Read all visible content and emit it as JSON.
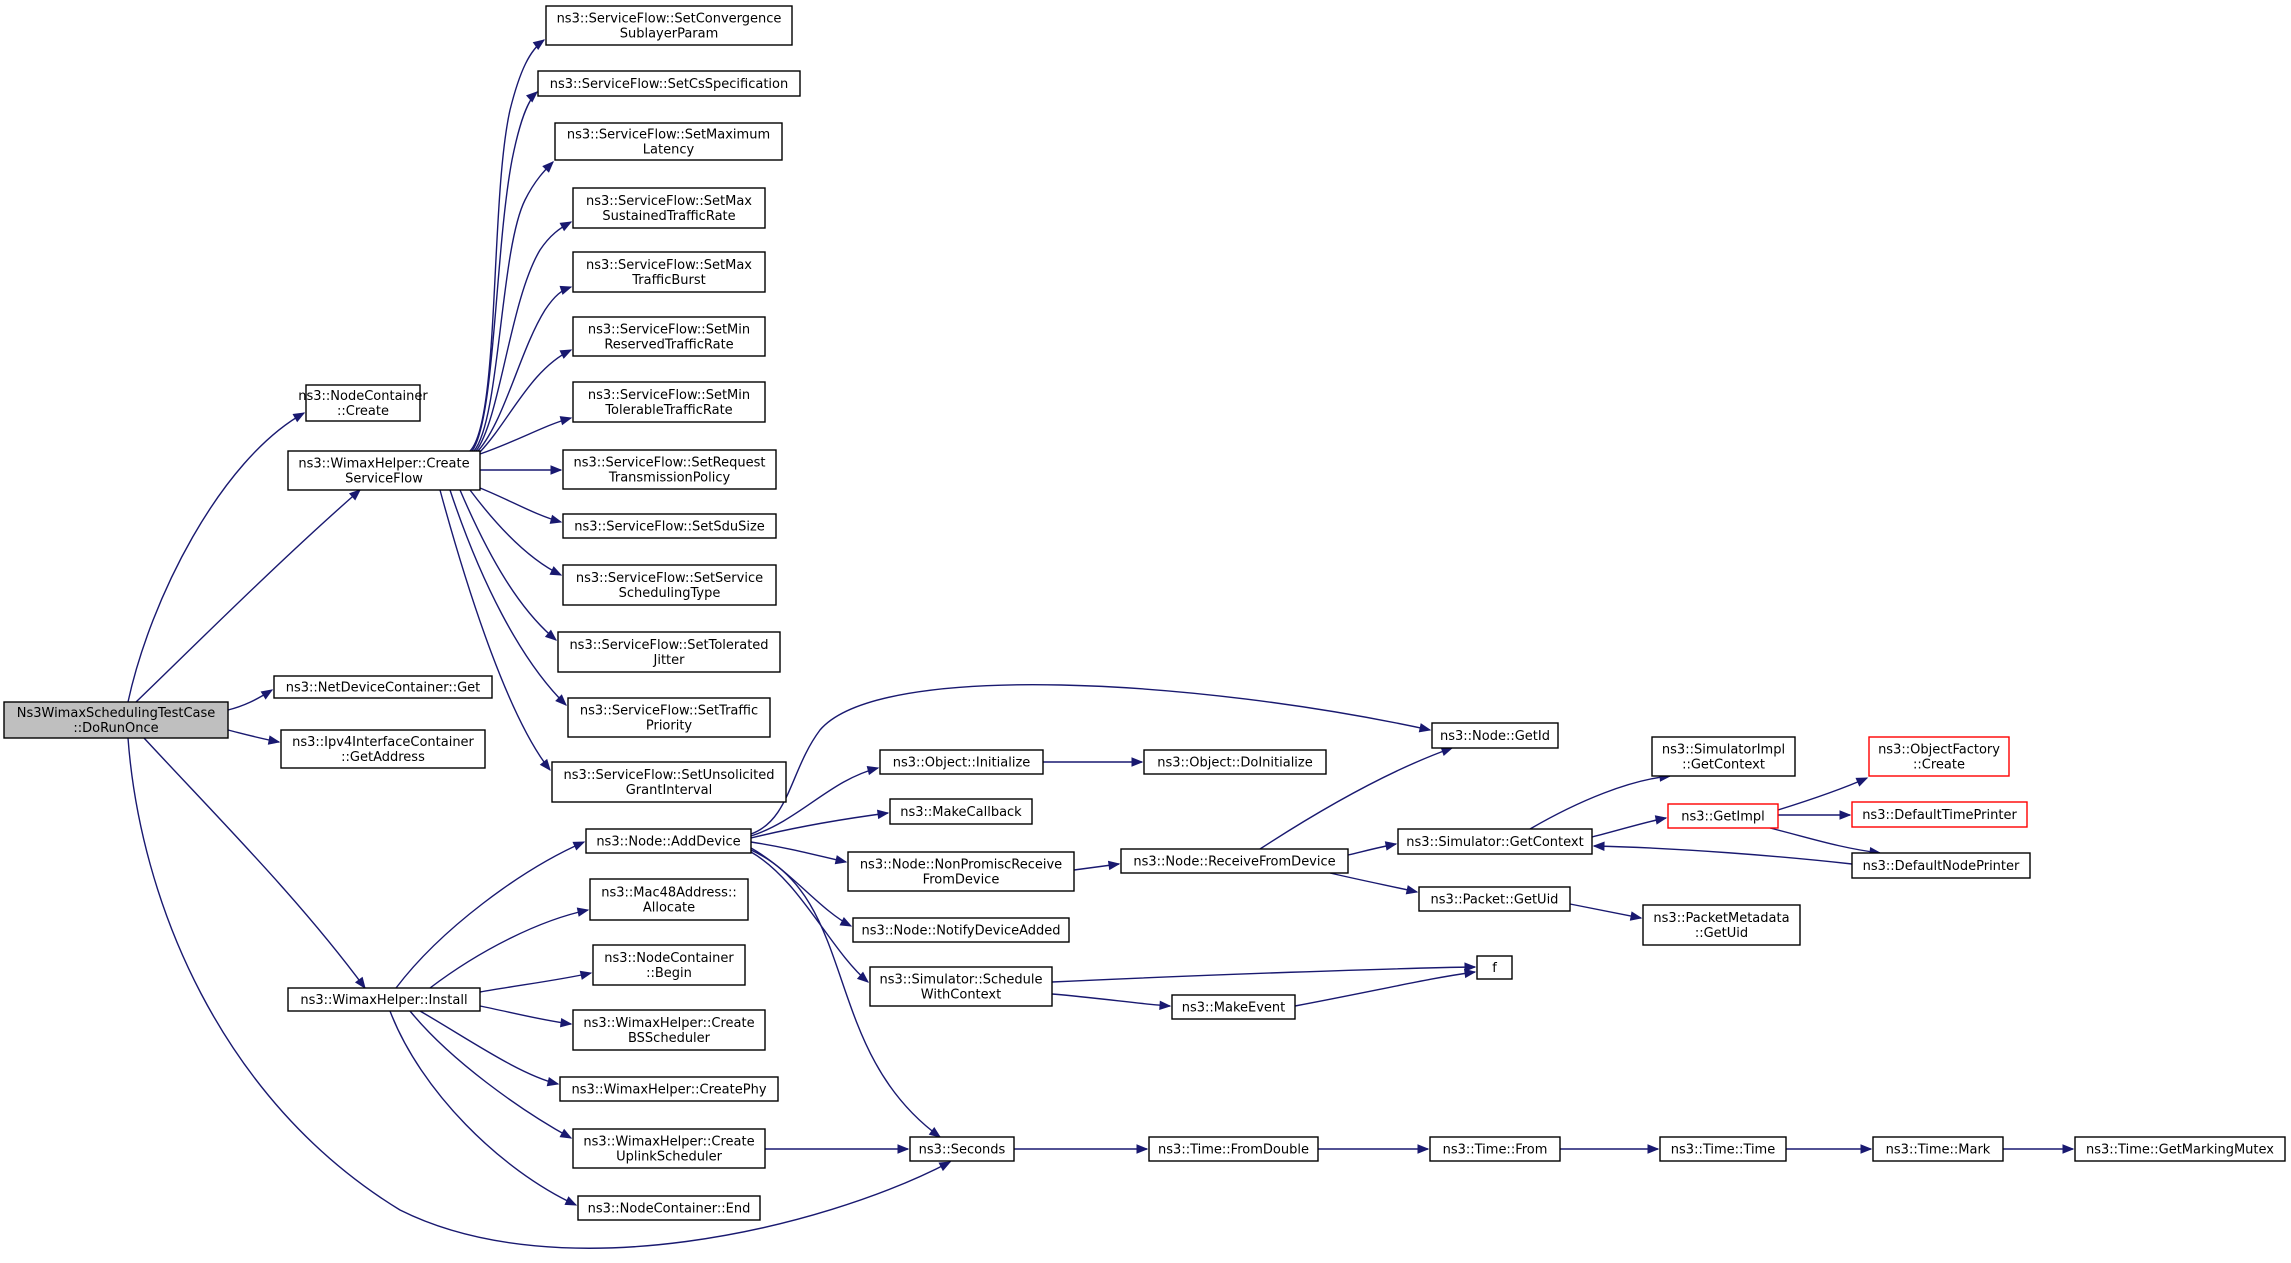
{
  "colors": {
    "edge": "#191970",
    "root_fill": "#bfbfbf",
    "node_border": "#000000",
    "truncated_border": "#ff0000"
  },
  "nodes": [
    {
      "id": "root",
      "lines": [
        "Ns3WimaxSchedulingTestCase",
        "::DoRunOnce"
      ],
      "style": "root"
    },
    {
      "id": "nc_create",
      "lines": [
        "ns3::NodeContainer",
        "::Create"
      ]
    },
    {
      "id": "wh_csf",
      "lines": [
        "ns3::WimaxHelper::Create",
        "ServiceFlow"
      ]
    },
    {
      "id": "ndc_get",
      "lines": [
        "ns3::NetDeviceContainer::Get"
      ]
    },
    {
      "id": "ipv4_getaddr",
      "lines": [
        "ns3::Ipv4InterfaceContainer",
        "::GetAddress"
      ]
    },
    {
      "id": "wh_install",
      "lines": [
        "ns3::WimaxHelper::Install"
      ]
    },
    {
      "id": "sf_conv",
      "lines": [
        "ns3::ServiceFlow::SetConvergence",
        "SublayerParam"
      ]
    },
    {
      "id": "sf_cs",
      "lines": [
        "ns3::ServiceFlow::SetCsSpecification"
      ]
    },
    {
      "id": "sf_maxlat",
      "lines": [
        "ns3::ServiceFlow::SetMaximum",
        "Latency"
      ]
    },
    {
      "id": "sf_maxsus",
      "lines": [
        "ns3::ServiceFlow::SetMax",
        "SustainedTrafficRate"
      ]
    },
    {
      "id": "sf_maxburst",
      "lines": [
        "ns3::ServiceFlow::SetMax",
        "TrafficBurst"
      ]
    },
    {
      "id": "sf_minres",
      "lines": [
        "ns3::ServiceFlow::SetMin",
        "ReservedTrafficRate"
      ]
    },
    {
      "id": "sf_mintol",
      "lines": [
        "ns3::ServiceFlow::SetMin",
        "TolerableTrafficRate"
      ]
    },
    {
      "id": "sf_reqtx",
      "lines": [
        "ns3::ServiceFlow::SetRequest",
        "TransmissionPolicy"
      ]
    },
    {
      "id": "sf_sdu",
      "lines": [
        "ns3::ServiceFlow::SetSduSize"
      ]
    },
    {
      "id": "sf_sched",
      "lines": [
        "ns3::ServiceFlow::SetService",
        "SchedulingType"
      ]
    },
    {
      "id": "sf_jitter",
      "lines": [
        "ns3::ServiceFlow::SetTolerated",
        "Jitter"
      ]
    },
    {
      "id": "sf_prio",
      "lines": [
        "ns3::ServiceFlow::SetTraffic",
        "Priority"
      ]
    },
    {
      "id": "sf_unsol",
      "lines": [
        "ns3::ServiceFlow::SetUnsolicited",
        "GrantInterval"
      ]
    },
    {
      "id": "node_add",
      "lines": [
        "ns3::Node::AddDevice"
      ]
    },
    {
      "id": "mac_alloc",
      "lines": [
        "ns3::Mac48Address::",
        "Allocate"
      ]
    },
    {
      "id": "nc_begin",
      "lines": [
        "ns3::NodeContainer",
        "::Begin"
      ]
    },
    {
      "id": "wh_bs",
      "lines": [
        "ns3::WimaxHelper::Create",
        "BSScheduler"
      ]
    },
    {
      "id": "wh_phy",
      "lines": [
        "ns3::WimaxHelper::CreatePhy"
      ]
    },
    {
      "id": "wh_ul",
      "lines": [
        "ns3::WimaxHelper::Create",
        "UplinkScheduler"
      ]
    },
    {
      "id": "nc_end",
      "lines": [
        "ns3::NodeContainer::End"
      ]
    },
    {
      "id": "obj_init",
      "lines": [
        "ns3::Object::Initialize"
      ]
    },
    {
      "id": "make_cb",
      "lines": [
        "ns3::MakeCallback"
      ]
    },
    {
      "id": "node_nonprom",
      "lines": [
        "ns3::Node::NonPromiscReceive",
        "FromDevice"
      ]
    },
    {
      "id": "node_notify",
      "lines": [
        "ns3::Node::NotifyDeviceAdded"
      ]
    },
    {
      "id": "sim_schedctx",
      "lines": [
        "ns3::Simulator::Schedule",
        "WithContext"
      ]
    },
    {
      "id": "seconds",
      "lines": [
        "ns3::Seconds"
      ]
    },
    {
      "id": "obj_doinit",
      "lines": [
        "ns3::Object::DoInitialize"
      ]
    },
    {
      "id": "node_recv",
      "lines": [
        "ns3::Node::ReceiveFromDevice"
      ]
    },
    {
      "id": "make_event",
      "lines": [
        "ns3::MakeEvent"
      ]
    },
    {
      "id": "time_fromdouble",
      "lines": [
        "ns3::Time::FromDouble"
      ]
    },
    {
      "id": "node_getid",
      "lines": [
        "ns3::Node::GetId"
      ]
    },
    {
      "id": "sim_getctx",
      "lines": [
        "ns3::Simulator::GetContext"
      ]
    },
    {
      "id": "pkt_getuid",
      "lines": [
        "ns3::Packet::GetUid"
      ]
    },
    {
      "id": "f",
      "lines": [
        "f"
      ]
    },
    {
      "id": "time_from",
      "lines": [
        "ns3::Time::From"
      ]
    },
    {
      "id": "simimpl_getctx",
      "lines": [
        "ns3::SimulatorImpl",
        "::GetContext"
      ]
    },
    {
      "id": "getimpl",
      "lines": [
        "ns3::GetImpl"
      ],
      "style": "truncated"
    },
    {
      "id": "pktmeta_getuid",
      "lines": [
        "ns3::PacketMetadata",
        "::GetUid"
      ]
    },
    {
      "id": "time_time",
      "lines": [
        "ns3::Time::Time"
      ]
    },
    {
      "id": "objfactory_create",
      "lines": [
        "ns3::ObjectFactory",
        "::Create"
      ],
      "style": "truncated"
    },
    {
      "id": "def_time_printer",
      "lines": [
        "ns3::DefaultTimePrinter"
      ],
      "style": "truncated"
    },
    {
      "id": "def_node_printer",
      "lines": [
        "ns3::DefaultNodePrinter"
      ]
    },
    {
      "id": "time_mark",
      "lines": [
        "ns3::Time::Mark"
      ]
    },
    {
      "id": "time_mutex",
      "lines": [
        "ns3::Time::GetMarkingMutex"
      ]
    }
  ],
  "edges": [
    [
      "root",
      "nc_create"
    ],
    [
      "root",
      "wh_csf"
    ],
    [
      "root",
      "ndc_get"
    ],
    [
      "root",
      "ipv4_getaddr"
    ],
    [
      "root",
      "wh_install"
    ],
    [
      "root",
      "seconds"
    ],
    [
      "wh_csf",
      "sf_conv"
    ],
    [
      "wh_csf",
      "sf_cs"
    ],
    [
      "wh_csf",
      "sf_maxlat"
    ],
    [
      "wh_csf",
      "sf_maxsus"
    ],
    [
      "wh_csf",
      "sf_maxburst"
    ],
    [
      "wh_csf",
      "sf_minres"
    ],
    [
      "wh_csf",
      "sf_mintol"
    ],
    [
      "wh_csf",
      "sf_reqtx"
    ],
    [
      "wh_csf",
      "sf_sdu"
    ],
    [
      "wh_csf",
      "sf_sched"
    ],
    [
      "wh_csf",
      "sf_jitter"
    ],
    [
      "wh_csf",
      "sf_prio"
    ],
    [
      "wh_csf",
      "sf_unsol"
    ],
    [
      "wh_install",
      "node_add"
    ],
    [
      "wh_install",
      "mac_alloc"
    ],
    [
      "wh_install",
      "nc_begin"
    ],
    [
      "wh_install",
      "wh_bs"
    ],
    [
      "wh_install",
      "wh_phy"
    ],
    [
      "wh_install",
      "wh_ul"
    ],
    [
      "wh_install",
      "nc_end"
    ],
    [
      "node_add",
      "node_getid"
    ],
    [
      "node_add",
      "obj_init"
    ],
    [
      "node_add",
      "make_cb"
    ],
    [
      "node_add",
      "node_nonprom"
    ],
    [
      "node_add",
      "node_notify"
    ],
    [
      "node_add",
      "sim_schedctx"
    ],
    [
      "node_add",
      "seconds"
    ],
    [
      "obj_init",
      "obj_doinit"
    ],
    [
      "node_nonprom",
      "node_recv"
    ],
    [
      "node_recv",
      "node_getid"
    ],
    [
      "node_recv",
      "sim_getctx"
    ],
    [
      "node_recv",
      "pkt_getuid"
    ],
    [
      "sim_getctx",
      "simimpl_getctx"
    ],
    [
      "sim_getctx",
      "getimpl"
    ],
    [
      "getimpl",
      "objfactory_create"
    ],
    [
      "getimpl",
      "def_time_printer"
    ],
    [
      "getimpl",
      "def_node_printer"
    ],
    [
      "def_node_printer",
      "sim_getctx"
    ],
    [
      "pkt_getuid",
      "pktmeta_getuid"
    ],
    [
      "sim_schedctx",
      "f"
    ],
    [
      "sim_schedctx",
      "make_event"
    ],
    [
      "make_event",
      "f"
    ],
    [
      "wh_ul",
      "seconds"
    ],
    [
      "seconds",
      "time_fromdouble"
    ],
    [
      "time_fromdouble",
      "time_from"
    ],
    [
      "time_from",
      "time_time"
    ],
    [
      "time_time",
      "time_mark"
    ],
    [
      "time_mark",
      "time_mutex"
    ]
  ]
}
